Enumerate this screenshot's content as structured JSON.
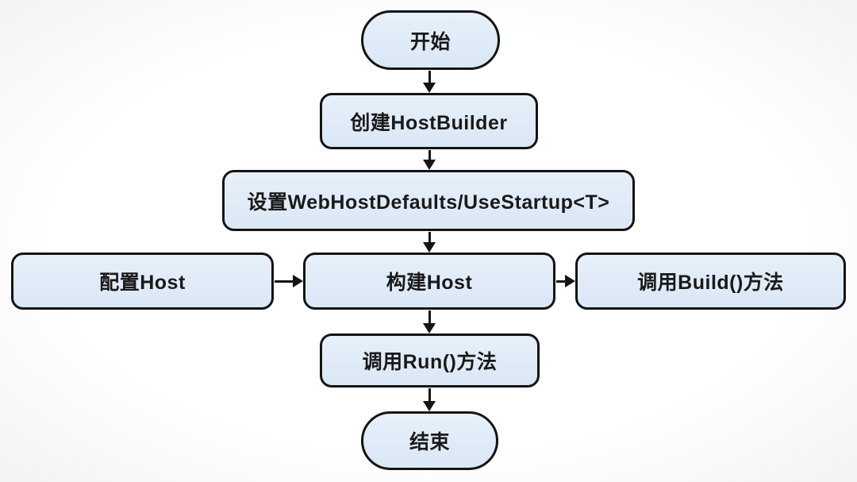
{
  "diagram": {
    "type": "flowchart",
    "colors": {
      "node_fill_top": "#e7f0fa",
      "node_fill_bottom": "#dae7f5",
      "node_border": "#141414",
      "text": "#1a1a1a",
      "arrow": "#141414",
      "background": "#ffffff"
    },
    "nodes": {
      "start": {
        "label": "开始",
        "shape": "stadium"
      },
      "create": {
        "label": "创建HostBuilder",
        "shape": "rect"
      },
      "setup": {
        "label": "设置WebHostDefaults/UseStartup<T>",
        "shape": "rect"
      },
      "configure": {
        "label": "配置Host",
        "shape": "rect"
      },
      "build": {
        "label": "构建Host",
        "shape": "rect"
      },
      "call_build": {
        "label": "调用Build()方法",
        "shape": "rect"
      },
      "run": {
        "label": "调用Run()方法",
        "shape": "rect"
      },
      "end": {
        "label": "结束",
        "shape": "stadium"
      }
    },
    "edges": [
      {
        "from": "start",
        "to": "create",
        "direction": "down"
      },
      {
        "from": "create",
        "to": "setup",
        "direction": "down"
      },
      {
        "from": "setup",
        "to": "build",
        "direction": "down"
      },
      {
        "from": "configure",
        "to": "build",
        "direction": "right"
      },
      {
        "from": "build",
        "to": "call_build",
        "direction": "right"
      },
      {
        "from": "build",
        "to": "run",
        "direction": "down"
      },
      {
        "from": "run",
        "to": "end",
        "direction": "down"
      }
    ]
  }
}
